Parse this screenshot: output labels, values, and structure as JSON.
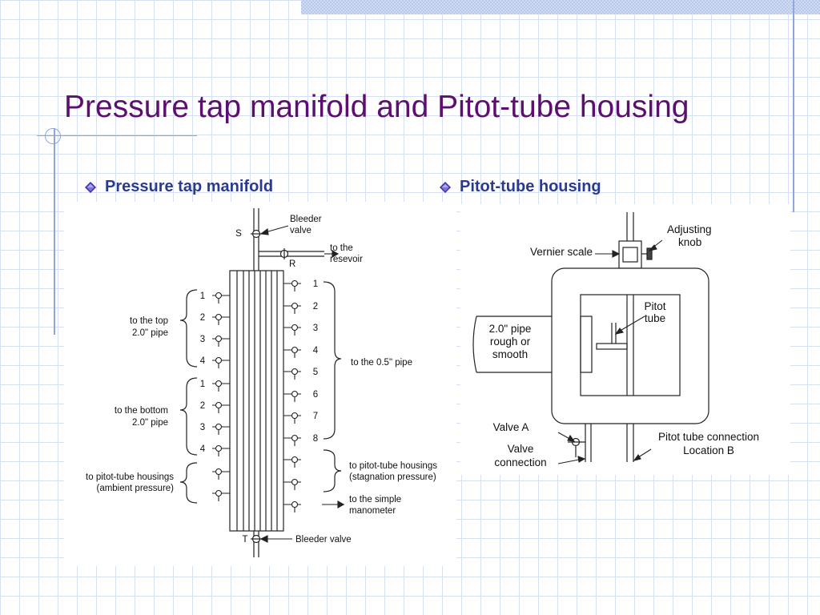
{
  "title": "Pressure tap manifold and Pitot-tube housing",
  "bullets": [
    {
      "label": "Pressure tap manifold"
    },
    {
      "label": "Pitot-tube housing"
    }
  ],
  "manifold": {
    "S": "S",
    "bleeder_top_1": "Bleeder",
    "bleeder_top_2": "valve",
    "R": "R",
    "resevoir_1": "to the",
    "resevoir_2": "resevoir",
    "top_pipe_1": "to the top",
    "top_pipe_2": "2.0\" pipe",
    "bottom_pipe_1": "to the bottom",
    "bottom_pipe_2": "2.0\" pipe",
    "ambient_1": "to pitot-tube housings",
    "ambient_2": "(ambient pressure)",
    "half_pipe": "to the 0.5\" pipe",
    "stagnation_1": "to pitot-tube housings",
    "stagnation_2": "(stagnation pressure)",
    "manometer_1": "to the simple",
    "manometer_2": "manometer",
    "T": "T",
    "bleeder_bottom": "Bleeder valve",
    "left_top_numbers": [
      "1",
      "2",
      "3",
      "4"
    ],
    "left_bottom_numbers": [
      "1",
      "2",
      "3",
      "4"
    ],
    "right_numbers": [
      "1",
      "2",
      "3",
      "4",
      "5",
      "6",
      "7",
      "8"
    ]
  },
  "housing": {
    "adjusting_1": "Adjusting",
    "adjusting_2": "knob",
    "vernier": "Vernier scale",
    "pitot_1": "Pitot",
    "pitot_2": "tube",
    "pipe_1": "2.0\" pipe",
    "pipe_2": "rough or",
    "pipe_3": "smooth",
    "valve_a": "Valve A",
    "valve_conn_1": "Valve",
    "valve_conn_2": "connection",
    "pitot_conn_1": "Pitot tube connection",
    "pitot_conn_2": "Location B"
  },
  "colors": {
    "title": "#5c0f6e",
    "bullet_text": "#2a3b8e",
    "bullet_icon": "#3a2fa6",
    "grid": "#d7dff2"
  },
  "icons": {
    "bullet": "diamond-bullet-icon"
  }
}
